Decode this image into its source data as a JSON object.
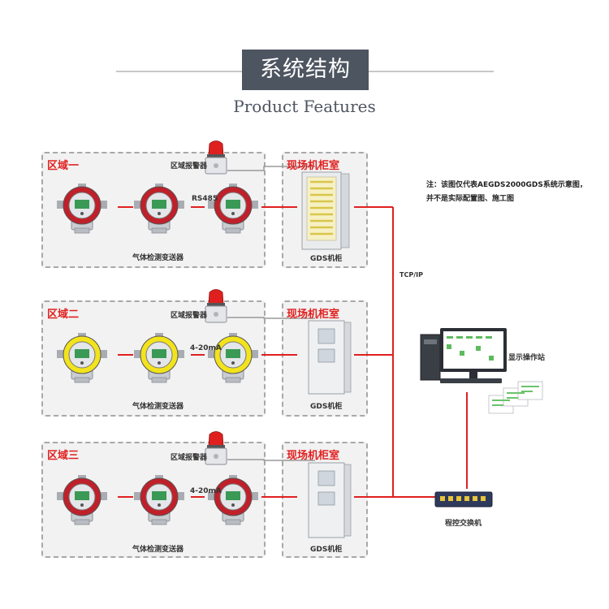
{
  "header": {
    "title": "系统结构",
    "subtitle": "Product Features"
  },
  "zones": [
    {
      "label": "区域一",
      "alarm_label": "区域报警器",
      "link_label": "RS485",
      "detector_label": "气体检测变送器",
      "detector_color": "#c0202a",
      "cabinet_title": "现场机柜室",
      "cabinet_label": "GDS机柜"
    },
    {
      "label": "区域二",
      "alarm_label": "区域报警器",
      "link_label": "4-20mA",
      "detector_label": "气体检测变送器",
      "detector_color": "#f2e31c",
      "cabinet_title": "现场机柜室",
      "cabinet_label": "GDS机柜"
    },
    {
      "label": "区域三",
      "alarm_label": "区域报警器",
      "link_label": "4-20mA",
      "detector_label": "气体检测变送器",
      "detector_color": "#c0202a",
      "cabinet_title": "现场机柜室",
      "cabinet_label": "GDS机柜"
    }
  ],
  "network": {
    "protocol_label": "TCP/IP",
    "station_label": "显示操作站",
    "switch_label": "程控交换机"
  },
  "note": {
    "line1": "注：该图仅代表AEGDS2000GDS系统示意图，",
    "line2": "并不是实际配置图、施工图"
  },
  "colors": {
    "accent_red": "#e0201f",
    "title_bg": "#4d5560",
    "zone_border": "#a8a8a8"
  }
}
